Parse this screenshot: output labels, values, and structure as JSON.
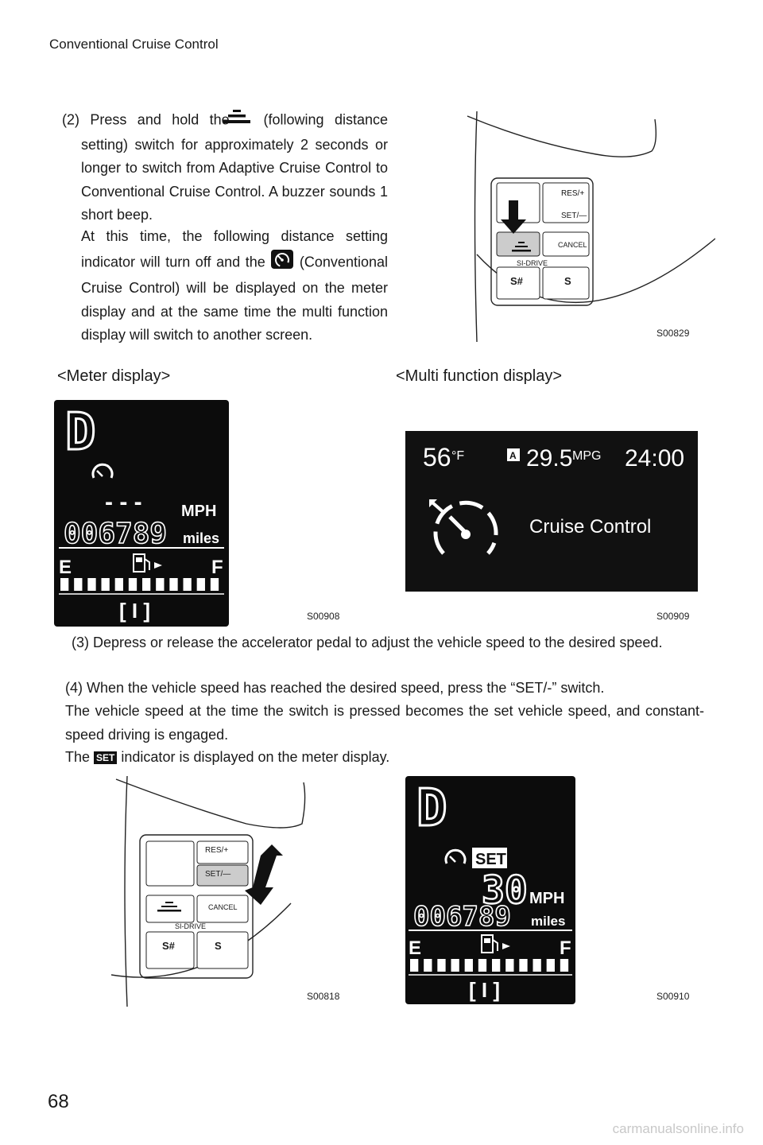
{
  "header": {
    "section": "Conventional Cruise Control",
    "page_number": "68"
  },
  "step2": {
    "prefix": "(2) Press and hold the",
    "icon_name": "following-distance-icon",
    "text": "(following distance setting) switch for approximately 2 seconds or longer to switch from Adaptive Cruise Control to Conventional Cruise Control. A buzzer sounds 1 short beep.",
    "text2_a": "At this time, the following distance setting indicator will turn off and the",
    "text2_icon_name": "cruise-control-icon",
    "text2_b": "(Conventional Cruise Control) will be displayed on the meter display and at the same time the multi function display will switch to another screen."
  },
  "captions": {
    "meter": "<Meter display>",
    "mfd": "<Multi function display>"
  },
  "figures": {
    "switch_top": "S00829",
    "meter_top": "S00908",
    "mfd": "S00909",
    "switch_bottom": "S00818",
    "meter_bottom": "S00910"
  },
  "switch_labels": {
    "res": "RES/+",
    "set": "SET/—",
    "cancel": "CANCEL",
    "si_drive": "SI-DRIVE",
    "s_sharp": "S#",
    "s": "S"
  },
  "meter_top": {
    "gear": "D",
    "speed": "- - -",
    "speed_unit": "MPH",
    "odometer": "006789",
    "odo_unit": "miles",
    "fuel_e": "E",
    "fuel_f": "F",
    "bottom": "[ I ]"
  },
  "mfd": {
    "temp": "56",
    "temp_unit": "°F",
    "fuel_econ": "29.5",
    "fuel_econ_unit": "MPG",
    "clock": "24:00",
    "label": "Cruise Control"
  },
  "step3": "(3) Depress or release the accelerator pedal to adjust the vehicle speed to the desired speed.",
  "step4": "(4) When the vehicle speed has reached the desired speed, press the “SET/-” switch.",
  "para_set": "The vehicle speed at the time the switch is pressed becomes the set vehicle speed, and constant-speed driving is engaged.",
  "para_ind_a": "The",
  "para_ind_icon": "SET",
  "para_ind_b": "indicator is displayed on the meter display.",
  "meter_bottom": {
    "gear": "D",
    "set_badge": "SET",
    "speed": "30",
    "speed_unit": "MPH",
    "odometer": "006789",
    "odo_unit": "miles",
    "fuel_e": "E",
    "fuel_f": "F",
    "bottom": "[ I ]"
  },
  "watermark": "carmanualsonline.info"
}
